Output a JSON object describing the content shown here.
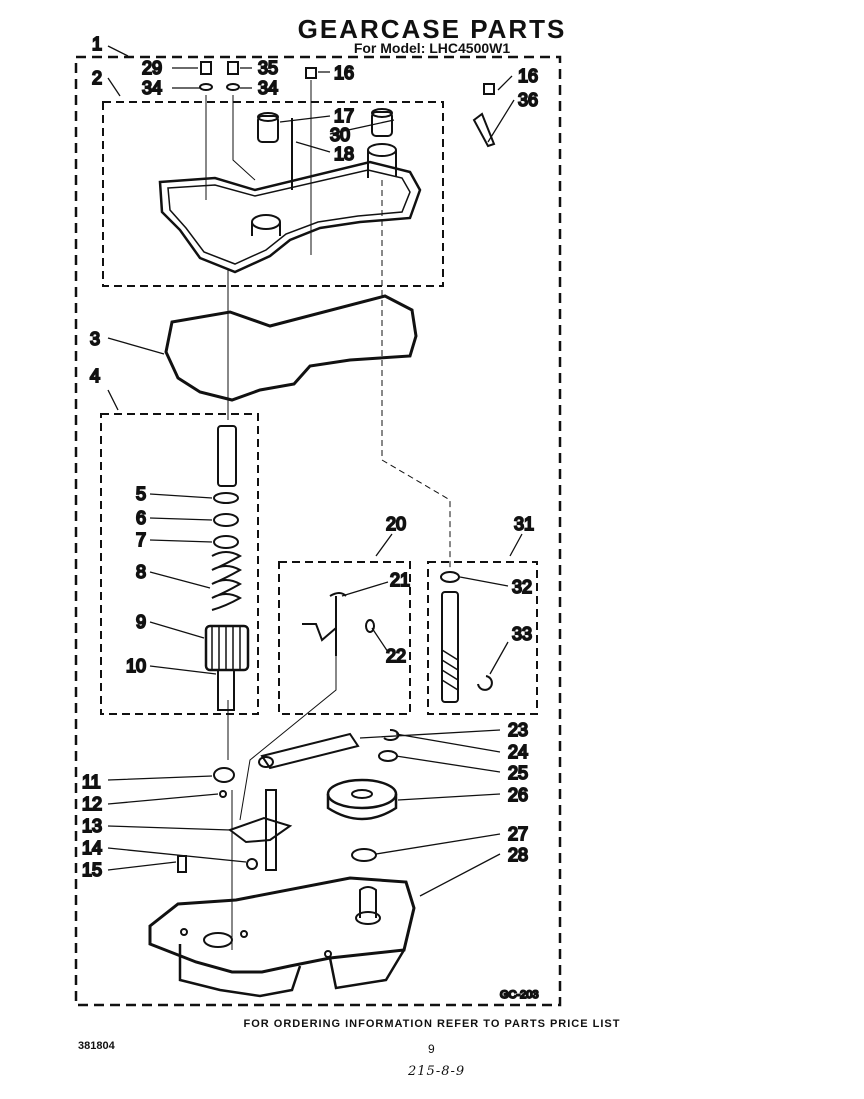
{
  "header": {
    "title": "GEARCASE PARTS",
    "model": "For Model: LHC4500W1"
  },
  "diagram": {
    "code": "GC-203",
    "callouts": [
      {
        "id": "c1",
        "text": "1"
      },
      {
        "id": "c2",
        "text": "2"
      },
      {
        "id": "c3",
        "text": "3"
      },
      {
        "id": "c4",
        "text": "4"
      },
      {
        "id": "c5",
        "text": "5"
      },
      {
        "id": "c6",
        "text": "6"
      },
      {
        "id": "c7",
        "text": "7"
      },
      {
        "id": "c8",
        "text": "8"
      },
      {
        "id": "c9",
        "text": "9"
      },
      {
        "id": "c10",
        "text": "10"
      },
      {
        "id": "c11",
        "text": "11"
      },
      {
        "id": "c12",
        "text": "12"
      },
      {
        "id": "c13",
        "text": "13"
      },
      {
        "id": "c14",
        "text": "14"
      },
      {
        "id": "c15",
        "text": "15"
      },
      {
        "id": "c16a",
        "text": "16"
      },
      {
        "id": "c16b",
        "text": "16"
      },
      {
        "id": "c17",
        "text": "17"
      },
      {
        "id": "c18",
        "text": "18"
      },
      {
        "id": "c20",
        "text": "20"
      },
      {
        "id": "c21",
        "text": "21"
      },
      {
        "id": "c22",
        "text": "22"
      },
      {
        "id": "c23",
        "text": "23"
      },
      {
        "id": "c24",
        "text": "24"
      },
      {
        "id": "c25",
        "text": "25"
      },
      {
        "id": "c26",
        "text": "26"
      },
      {
        "id": "c27",
        "text": "27"
      },
      {
        "id": "c28",
        "text": "28"
      },
      {
        "id": "c29",
        "text": "29"
      },
      {
        "id": "c30",
        "text": "30"
      },
      {
        "id": "c31",
        "text": "31"
      },
      {
        "id": "c32",
        "text": "32"
      },
      {
        "id": "c33",
        "text": "33"
      },
      {
        "id": "c34a",
        "text": "34"
      },
      {
        "id": "c34b",
        "text": "34"
      },
      {
        "id": "c35",
        "text": "35"
      },
      {
        "id": "c36",
        "text": "36"
      }
    ]
  },
  "footer": {
    "instruction": "FOR ORDERING INFORMATION REFER TO PARTS PRICE LIST",
    "doc_number": "381804",
    "page": "9",
    "handwritten": "215-8-9"
  }
}
